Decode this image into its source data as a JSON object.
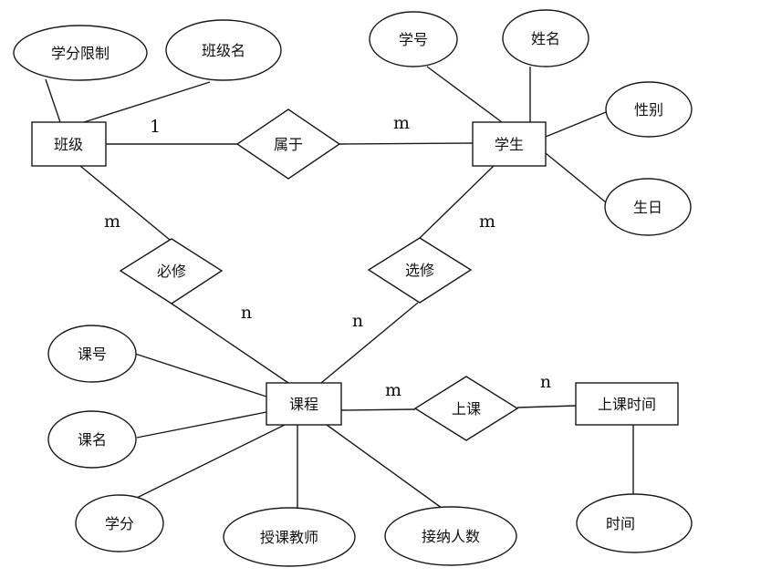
{
  "entities": {
    "class": "班级",
    "student": "学生",
    "course": "课程",
    "class_time": "上课时间"
  },
  "relationships": {
    "belongs_to": "属于",
    "required": "必修",
    "elective": "选修",
    "attend": "上课"
  },
  "attributes": {
    "credit_limit": "学分限制",
    "class_name": "班级名",
    "student_id": "学号",
    "student_name": "姓名",
    "gender": "性别",
    "birthday": "生日",
    "course_id": "课号",
    "course_name": "课名",
    "credit": "学分",
    "teacher": "授课教师",
    "capacity": "接纳人数",
    "time": "时间"
  },
  "cardinalities": {
    "belongs_class": "1",
    "belongs_student": "m",
    "required_class": "m",
    "required_course": "n",
    "elective_student": "m",
    "elective_course": "n",
    "attend_course": "m",
    "attend_time": "n"
  }
}
